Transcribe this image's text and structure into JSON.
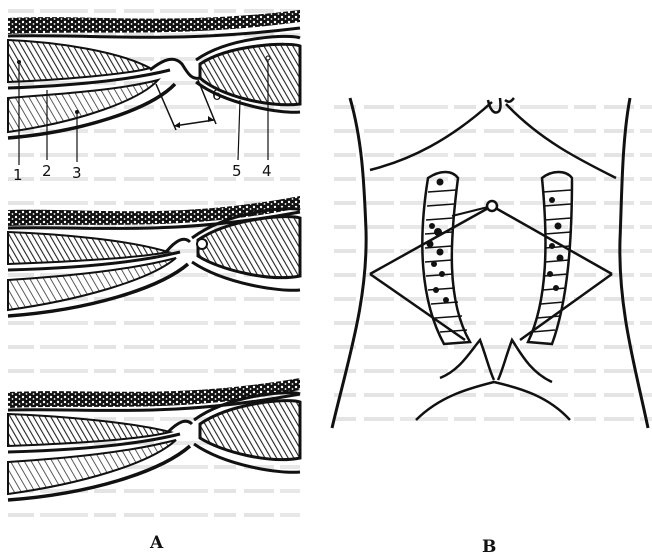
{
  "figure": {
    "panel_a": {
      "caption": "A",
      "labels": [
        "1",
        "2",
        "3",
        "4",
        "5",
        "6"
      ]
    },
    "panel_b": {
      "caption": "B"
    }
  },
  "colors": {
    "ink": "#111111",
    "paper": "#ffffff",
    "hatch": "#555555",
    "text_ghost": "#b8b8b8"
  }
}
